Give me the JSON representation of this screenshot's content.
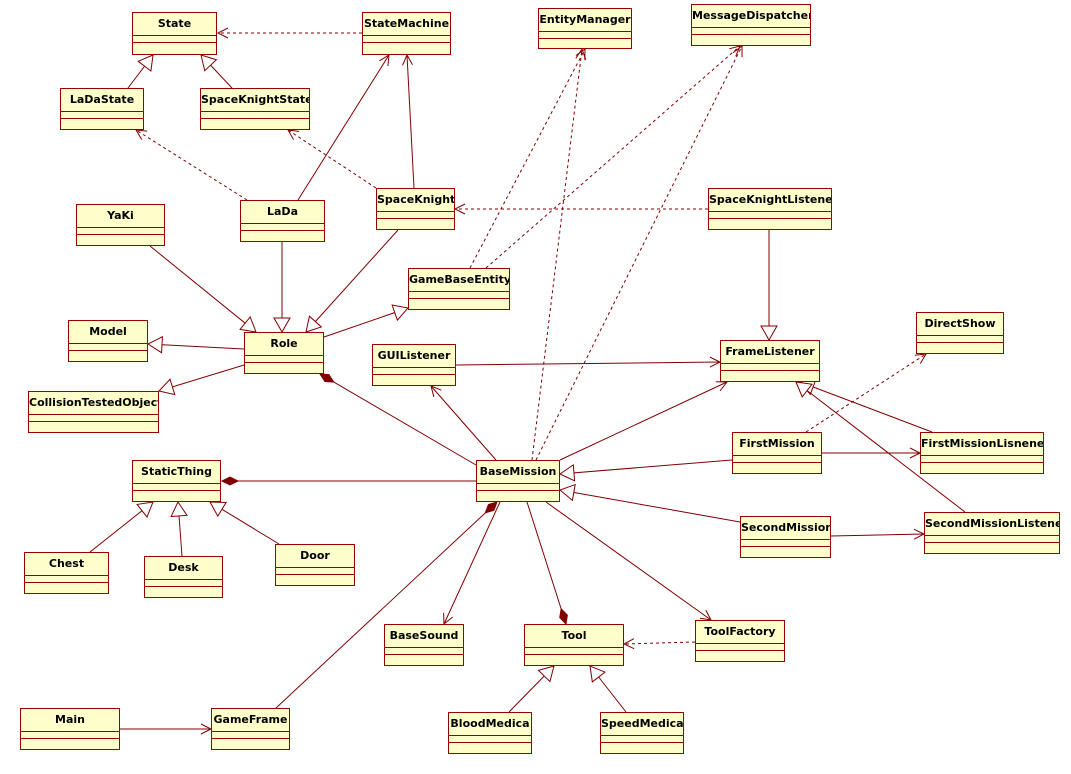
{
  "classes": {
    "State": "State",
    "StateMachine": "StateMachine",
    "EntityManager": "EntityManager",
    "MessageDispatcher": "MessageDispatcher",
    "LaDaState": "LaDaState",
    "SpaceKnightState": "SpaceKnightState",
    "YaKi": "YaKi",
    "LaDa": "LaDa",
    "SpaceKnight": "SpaceKnight",
    "SpaceKnightListener": "SpaceKnightListener",
    "GameBaseEntity": "GameBaseEntity",
    "Model": "Model",
    "Role": "Role",
    "GUIListener": "GUIListener",
    "FrameListener": "FrameListener",
    "DirectShow": "DirectShow",
    "CollisionTestedObject": "CollisionTestedObject",
    "FirstMission": "FirstMission",
    "FirstMissionLisnener": "FirstMissionLisnener",
    "StaticThing": "StaticThing",
    "BaseMission": "BaseMission",
    "SecondMission": "SecondMission",
    "SecondMissionListener": "SecondMissionListener",
    "Chest": "Chest",
    "Desk": "Desk",
    "Door": "Door",
    "BaseSound": "BaseSound",
    "Tool": "Tool",
    "ToolFactory": "ToolFactory",
    "Main": "Main",
    "GameFrame": "GameFrame",
    "BloodMedica": "BloodMedica",
    "SpeedMedica": "SpeedMedica"
  },
  "relations": [
    {
      "from": "StateMachine",
      "to": "State",
      "kind": "dependency"
    },
    {
      "from": "LaDaState",
      "to": "State",
      "kind": "generalization"
    },
    {
      "from": "SpaceKnightState",
      "to": "State",
      "kind": "generalization"
    },
    {
      "from": "LaDa",
      "to": "LaDaState",
      "kind": "dependency"
    },
    {
      "from": "SpaceKnight",
      "to": "SpaceKnightState",
      "kind": "dependency"
    },
    {
      "from": "LaDa",
      "to": "StateMachine",
      "kind": "association"
    },
    {
      "from": "SpaceKnight",
      "to": "StateMachine",
      "kind": "association"
    },
    {
      "from": "YaKi",
      "to": "Role",
      "kind": "generalization"
    },
    {
      "from": "LaDa",
      "to": "Role",
      "kind": "generalization"
    },
    {
      "from": "SpaceKnight",
      "to": "Role",
      "kind": "generalization"
    },
    {
      "from": "Role",
      "to": "GameBaseEntity",
      "kind": "generalization"
    },
    {
      "from": "Role",
      "to": "Model",
      "kind": "generalization"
    },
    {
      "from": "Role",
      "to": "CollisionTestedObject",
      "kind": "generalization"
    },
    {
      "from": "SpaceKnightListener",
      "to": "SpaceKnight",
      "kind": "dependency"
    },
    {
      "from": "SpaceKnightListener",
      "to": "FrameListener",
      "kind": "generalization"
    },
    {
      "from": "GameBaseEntity",
      "to": "EntityManager",
      "kind": "dependency"
    },
    {
      "from": "GameBaseEntity",
      "to": "MessageDispatcher",
      "kind": "dependency"
    },
    {
      "from": "BaseMission",
      "to": "EntityManager",
      "kind": "dependency"
    },
    {
      "from": "BaseMission",
      "to": "MessageDispatcher",
      "kind": "dependency"
    },
    {
      "from": "GUIListener",
      "to": "FrameListener",
      "kind": "association"
    },
    {
      "from": "BaseMission",
      "to": "GUIListener",
      "kind": "association"
    },
    {
      "from": "BaseMission",
      "to": "FrameListener",
      "kind": "association"
    },
    {
      "from": "BaseMission",
      "to": "Role",
      "kind": "composition"
    },
    {
      "from": "BaseMission",
      "to": "StaticThing",
      "kind": "composition"
    },
    {
      "from": "FirstMission",
      "to": "BaseMission",
      "kind": "generalization"
    },
    {
      "from": "SecondMission",
      "to": "BaseMission",
      "kind": "generalization"
    },
    {
      "from": "FirstMission",
      "to": "FirstMissionLisnener",
      "kind": "association"
    },
    {
      "from": "SecondMission",
      "to": "SecondMissionListener",
      "kind": "association"
    },
    {
      "from": "FirstMissionLisnener",
      "to": "FrameListener",
      "kind": "generalization"
    },
    {
      "from": "SecondMissionListener",
      "to": "FrameListener",
      "kind": "generalization"
    },
    {
      "from": "FirstMission",
      "to": "DirectShow",
      "kind": "dependency"
    },
    {
      "from": "Chest",
      "to": "StaticThing",
      "kind": "generalization"
    },
    {
      "from": "Desk",
      "to": "StaticThing",
      "kind": "generalization"
    },
    {
      "from": "Door",
      "to": "StaticThing",
      "kind": "generalization"
    },
    {
      "from": "BaseMission",
      "to": "BaseSound",
      "kind": "association"
    },
    {
      "from": "BaseMission",
      "to": "Tool",
      "kind": "composition"
    },
    {
      "from": "BaseMission",
      "to": "ToolFactory",
      "kind": "association"
    },
    {
      "from": "ToolFactory",
      "to": "Tool",
      "kind": "dependency"
    },
    {
      "from": "BloodMedica",
      "to": "Tool",
      "kind": "generalization"
    },
    {
      "from": "SpeedMedica",
      "to": "Tool",
      "kind": "generalization"
    },
    {
      "from": "GameFrame",
      "to": "BaseMission",
      "kind": "composition"
    },
    {
      "from": "Main",
      "to": "GameFrame",
      "kind": "association"
    }
  ]
}
